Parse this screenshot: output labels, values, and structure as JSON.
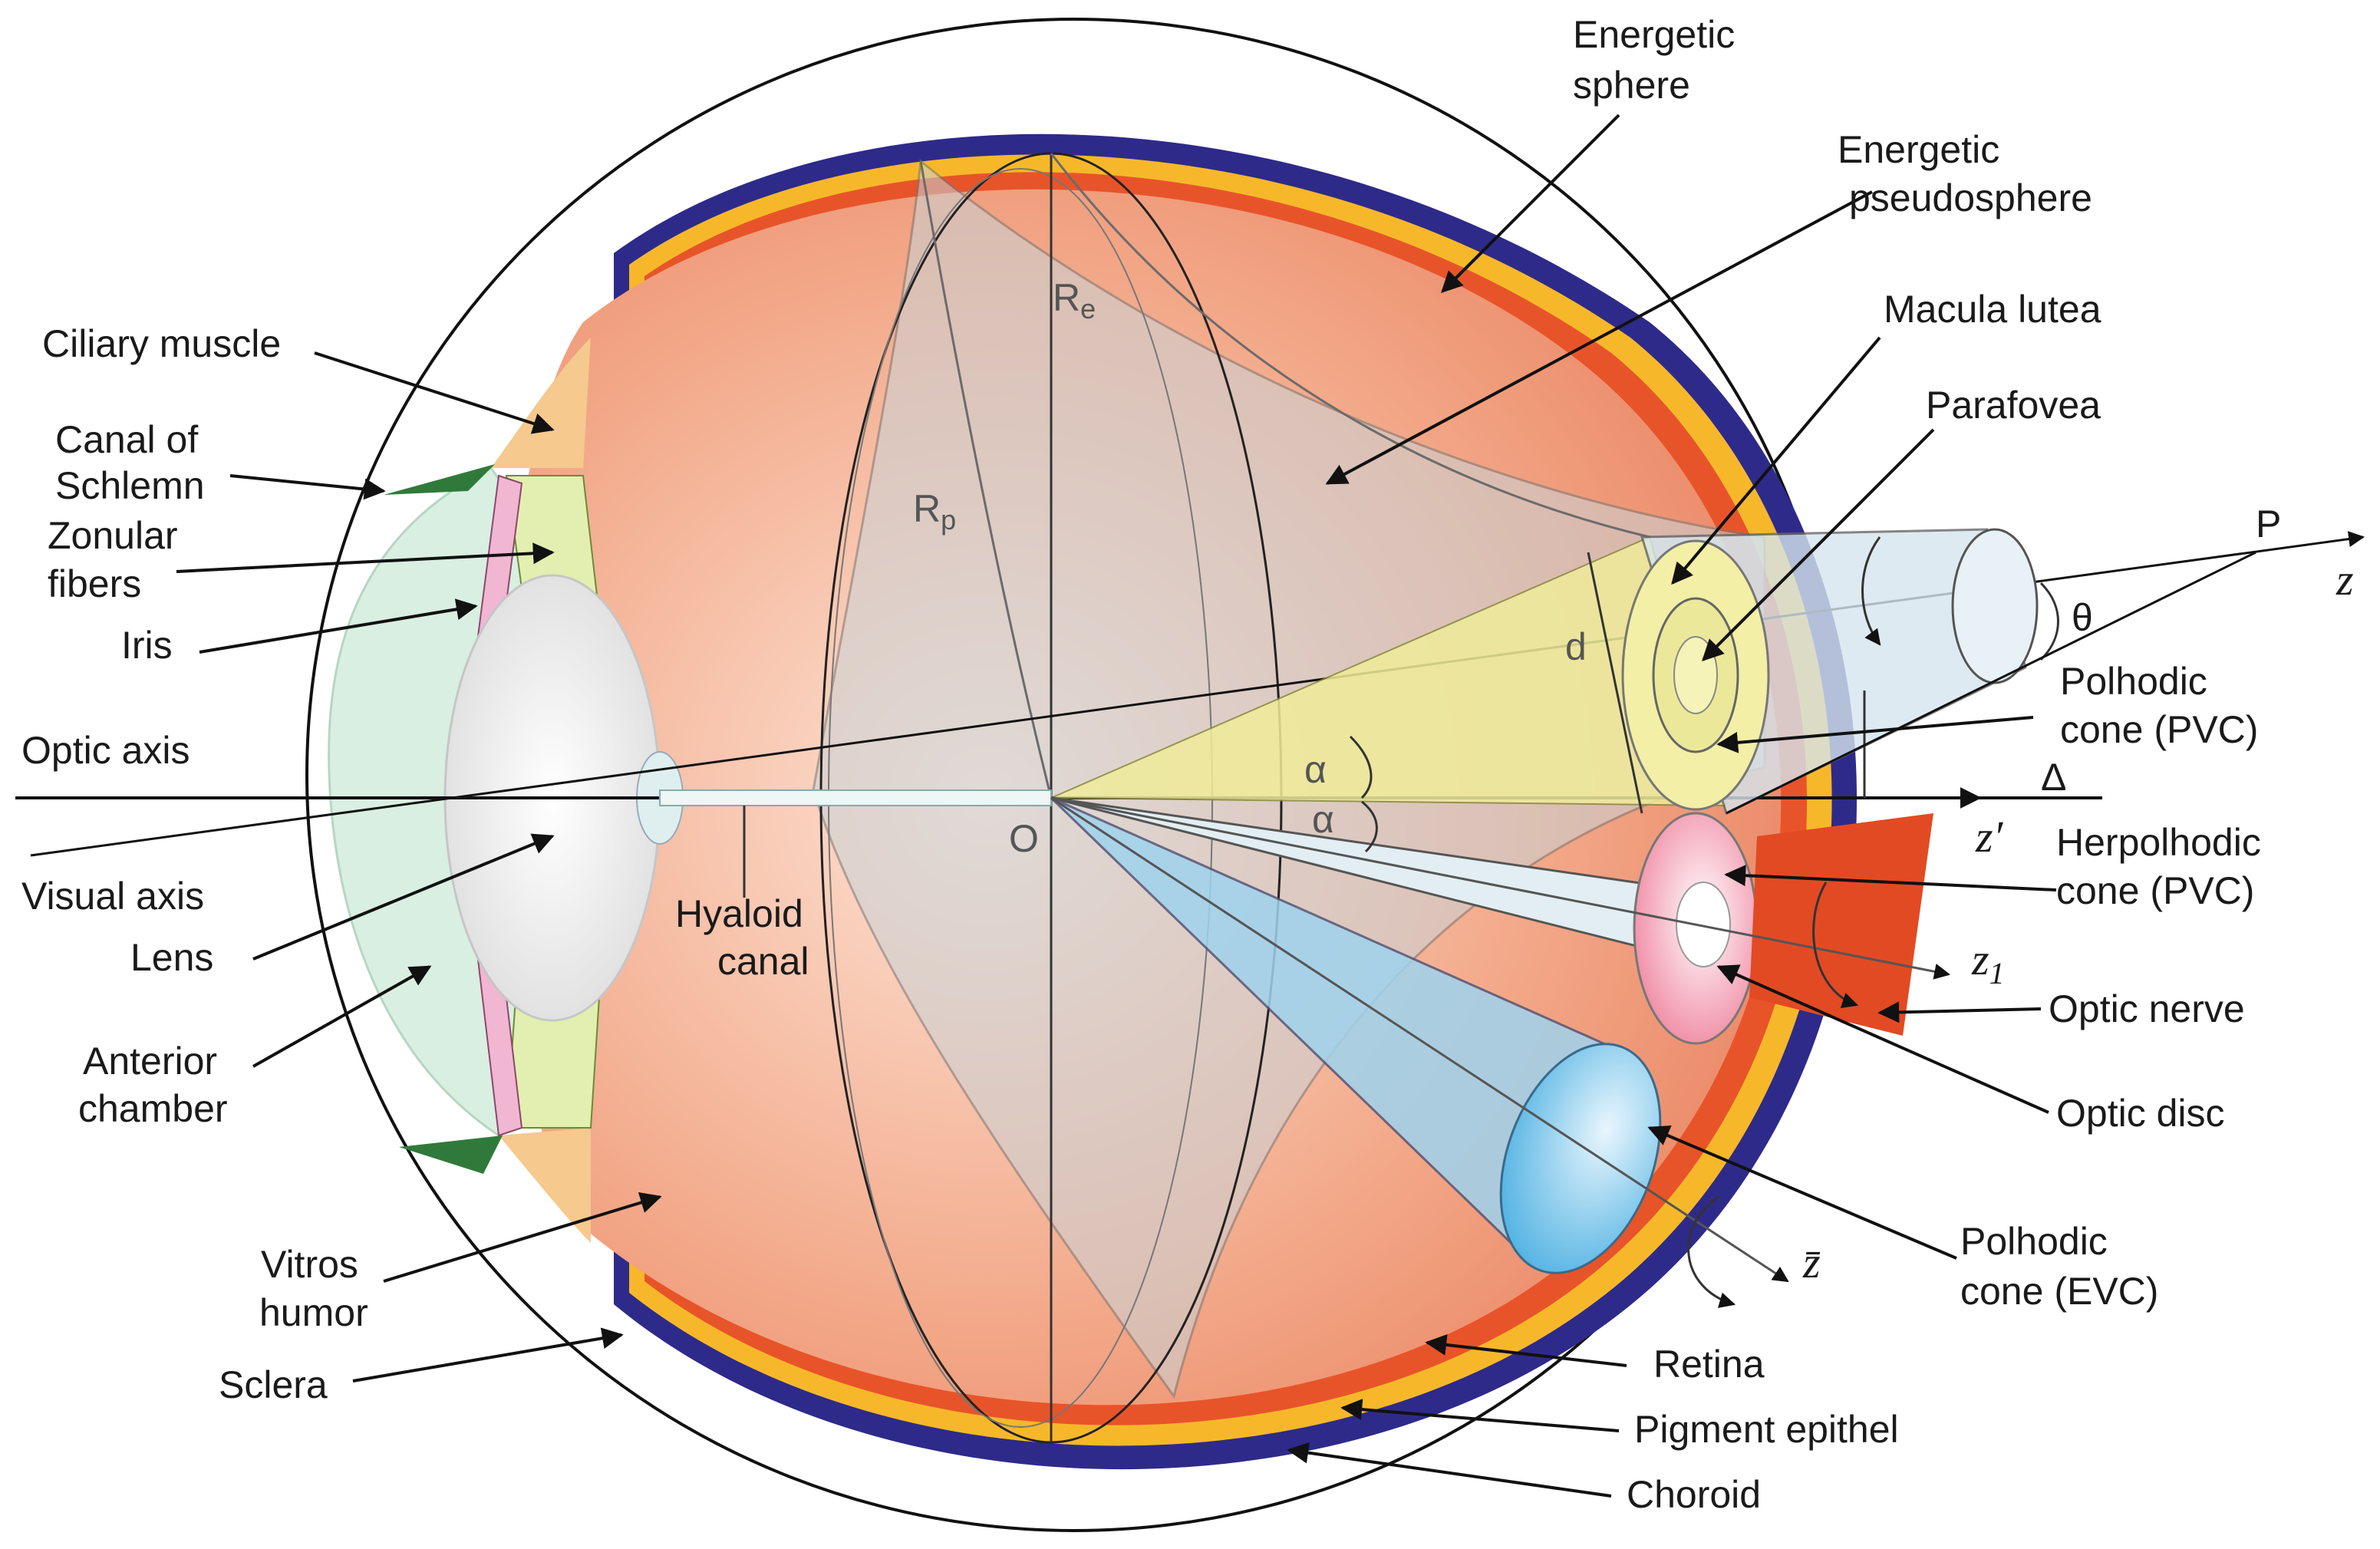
{
  "labels": {
    "energetic_sphere": [
      "Energetic",
      "sphere"
    ],
    "energetic_pseudosphere": [
      "Energetic",
      "pseudosphere"
    ],
    "macula_lutea": "Macula lutea",
    "parafovea": "Parafovea",
    "ciliary_muscle": "Ciliary muscle",
    "canal_of_schlemn": [
      "Canal of",
      "Schlemn"
    ],
    "zonular_fibers": [
      "Zonular",
      "fibers"
    ],
    "iris": "Iris",
    "optic_axis": "Optic axis",
    "visual_axis": "Visual axis",
    "lens": "Lens",
    "anterior_chamber": [
      "Anterior",
      "chamber"
    ],
    "vitros_humor": [
      "Vitros",
      "humor"
    ],
    "sclera": "Sclera",
    "hyaloid_canal": [
      "Hyaloid",
      "canal"
    ],
    "polhodic_cone_pvc": [
      "Polhodic",
      "cone (PVC)"
    ],
    "herpolhodic_cone_pvc": [
      "Herpolhodic",
      "cone (PVC)"
    ],
    "optic_nerve": "Optic nerve",
    "optic_disc": "Optic disc",
    "polhodic_cone_evc": [
      "Polhodic",
      "cone (EVC)"
    ],
    "retina": "Retina",
    "pigment_epithel": "Pigment epithel",
    "choroid": "Choroid"
  },
  "symbols": {
    "re_main": "R",
    "re_sub": "e",
    "rp_main": "R",
    "rp_sub": "p",
    "d": "d",
    "alpha_1": "α",
    "alpha_2": "α",
    "origin": "O",
    "theta": "θ",
    "p": "P",
    "z": "z",
    "z_prime": "z′",
    "delta": "Δ",
    "z1_main": "z",
    "z1_sub": "1",
    "z_bar": "z̄"
  },
  "colors": {
    "sclera_fill": "#ffffff",
    "choroid": "#2e2a8a",
    "pigment_epithel": "#f6b82a",
    "retina": "#e8542a",
    "vitreous_light": "#fbd9c8",
    "vitreous_dark": "#ea8a68",
    "cornea": "#d9efe2",
    "lens": "#f2f2f2",
    "iris": "#f0b6d2",
    "zonular": "#e3efb0",
    "ciliary": "#f6c98e",
    "schlemm": "#2f7a3a",
    "pseudosphere": "#c9d3d8",
    "macula_cone": "#f0ec9a",
    "optic_disc": "#f7b7c7",
    "evc_cone": "#7cc6ea",
    "optic_nerve": "#e24a24"
  }
}
